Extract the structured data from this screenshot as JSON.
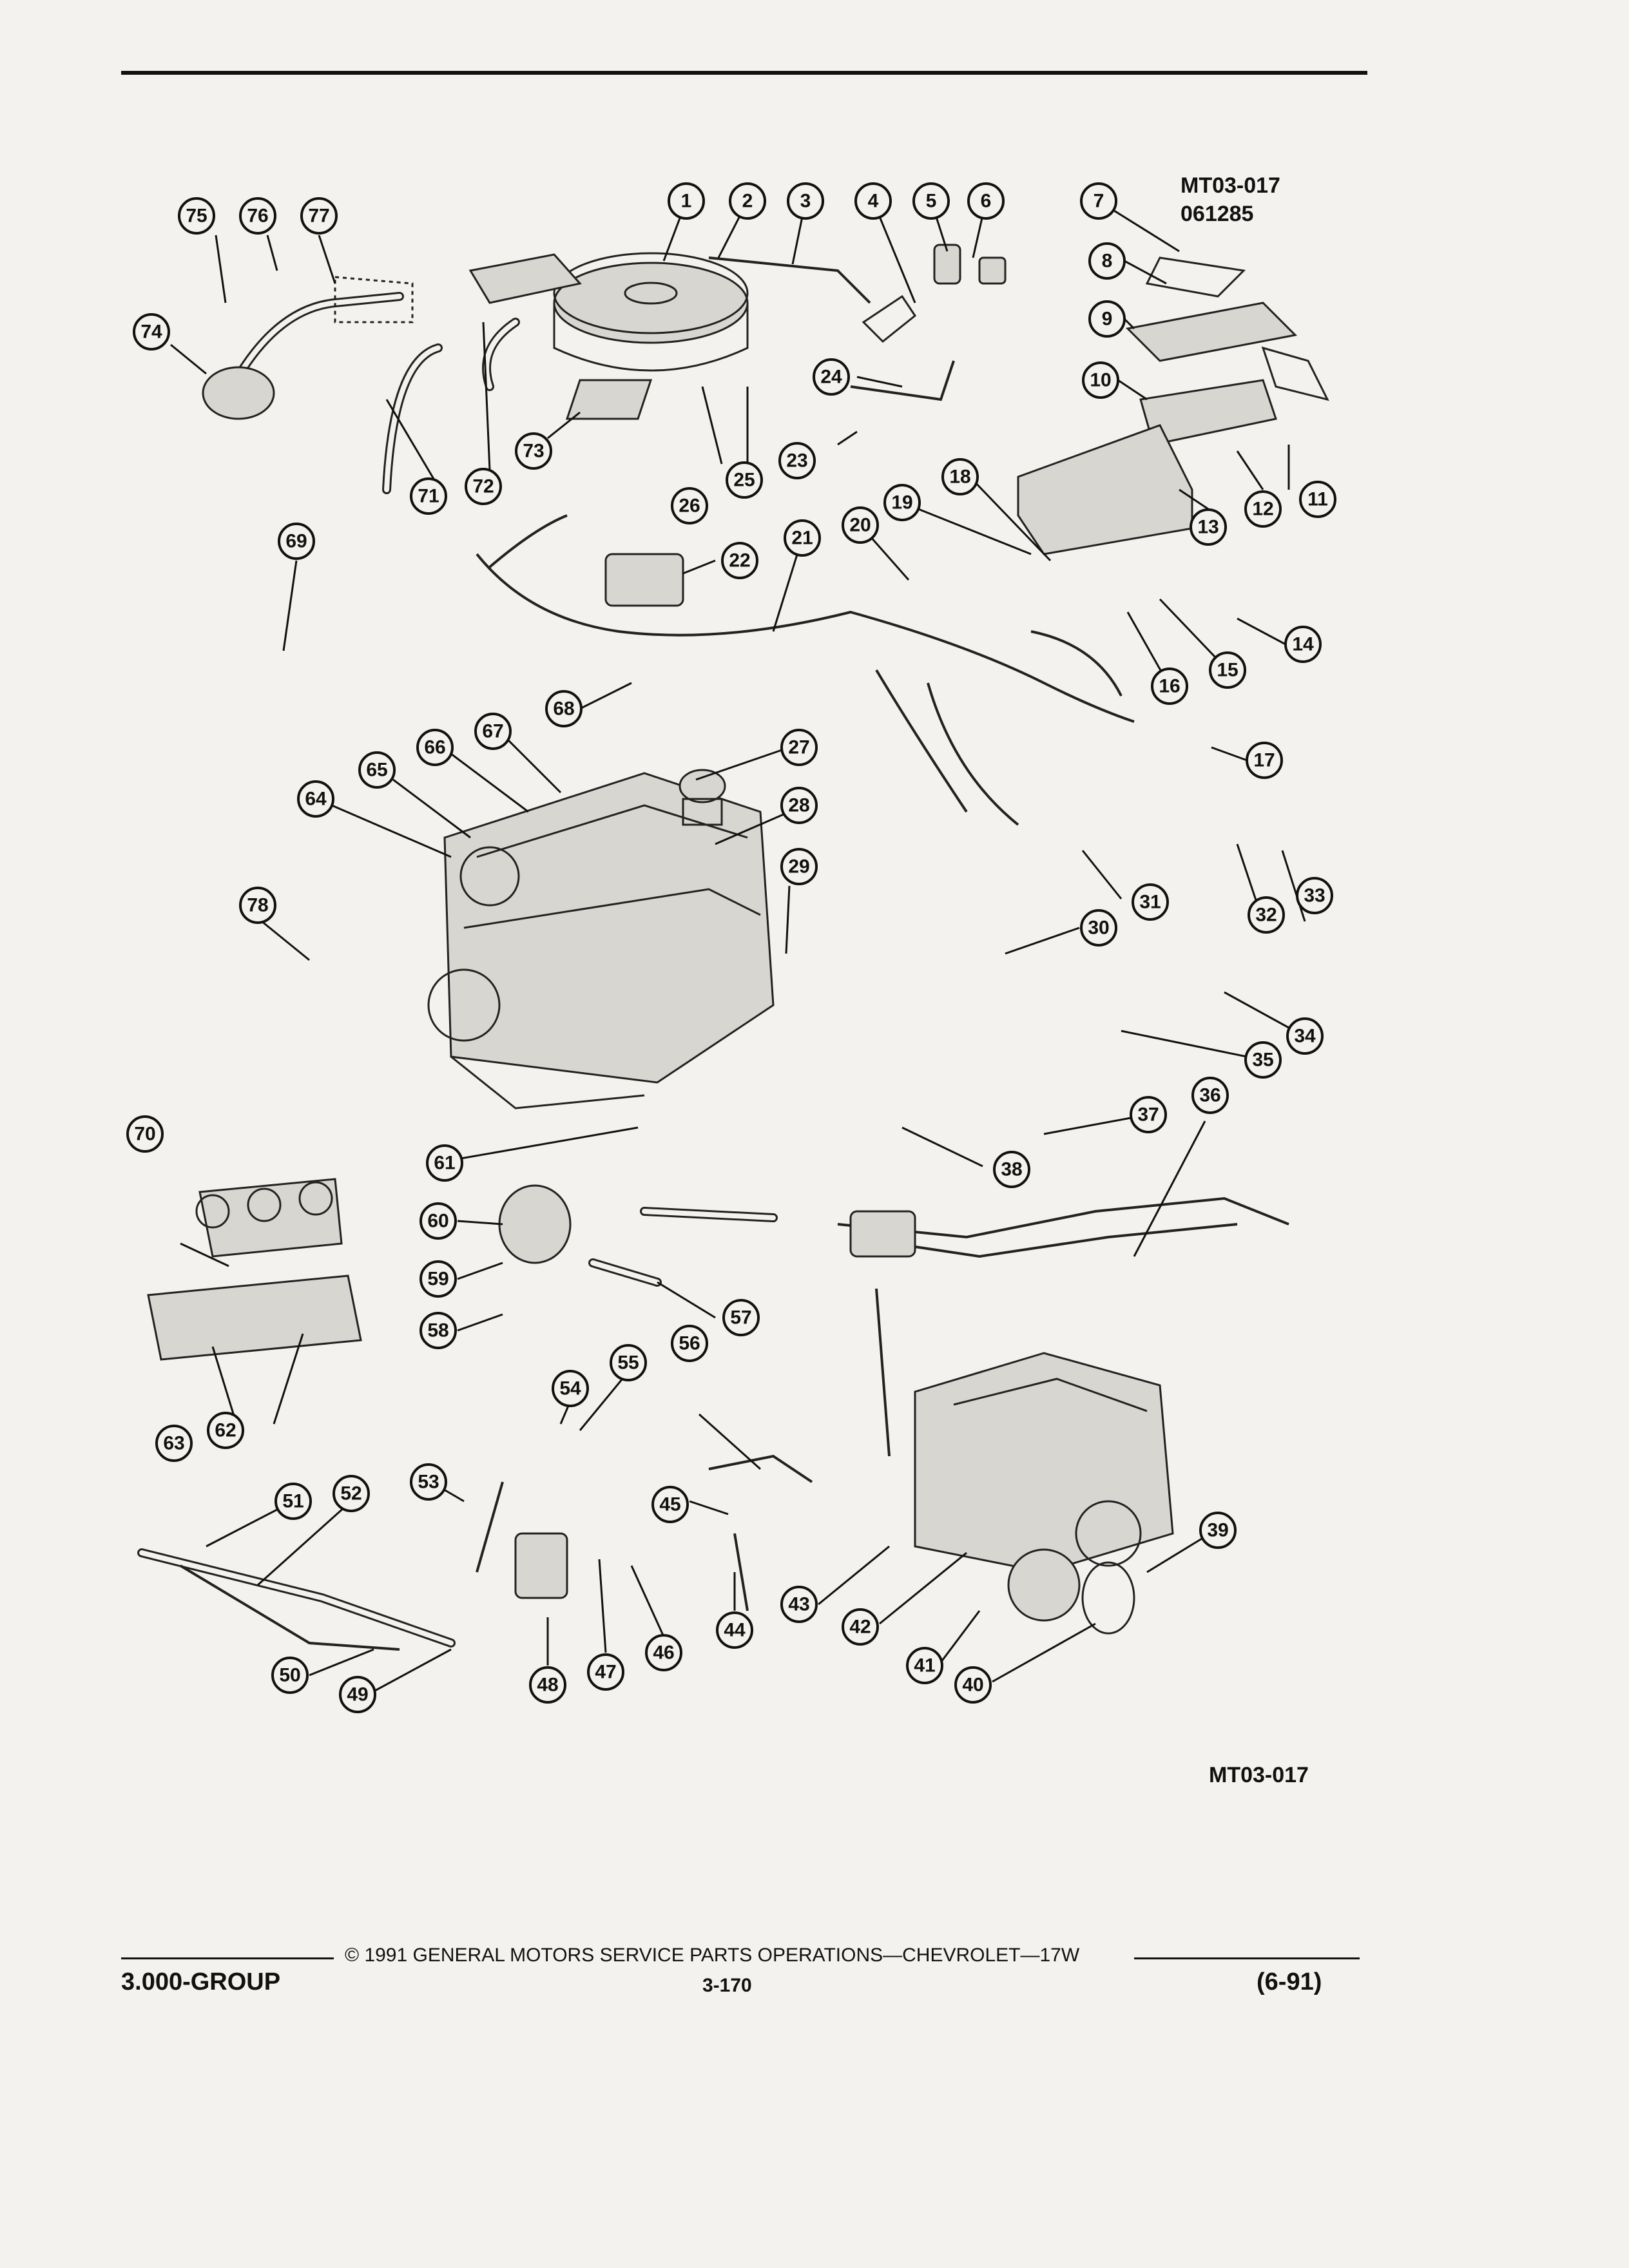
{
  "header": {
    "figure_id_top": "MT03-017",
    "figure_date": "061285"
  },
  "figure_id_bottom": "MT03-017",
  "footer": {
    "copyright": "© 1991 GENERAL MOTORS SERVICE PARTS OPERATIONS—CHEVROLET—17W",
    "group": "3.000-GROUP",
    "page_number": "3-170",
    "revision": "(6-91)"
  },
  "callouts": [
    "1",
    "2",
    "3",
    "4",
    "5",
    "6",
    "7",
    "8",
    "9",
    "10",
    "11",
    "12",
    "13",
    "14",
    "15",
    "16",
    "17",
    "18",
    "19",
    "20",
    "21",
    "22",
    "23",
    "24",
    "25",
    "26",
    "27",
    "28",
    "29",
    "30",
    "31",
    "32",
    "33",
    "34",
    "35",
    "36",
    "37",
    "38",
    "39",
    "40",
    "41",
    "42",
    "43",
    "44",
    "45",
    "46",
    "47",
    "48",
    "49",
    "50",
    "51",
    "52",
    "53",
    "54",
    "55",
    "56",
    "57",
    "58",
    "59",
    "60",
    "61",
    "62",
    "63",
    "64",
    "65",
    "66",
    "67",
    "68",
    "69",
    "70",
    "71",
    "72",
    "73",
    "74",
    "75",
    "76",
    "77",
    "78"
  ]
}
